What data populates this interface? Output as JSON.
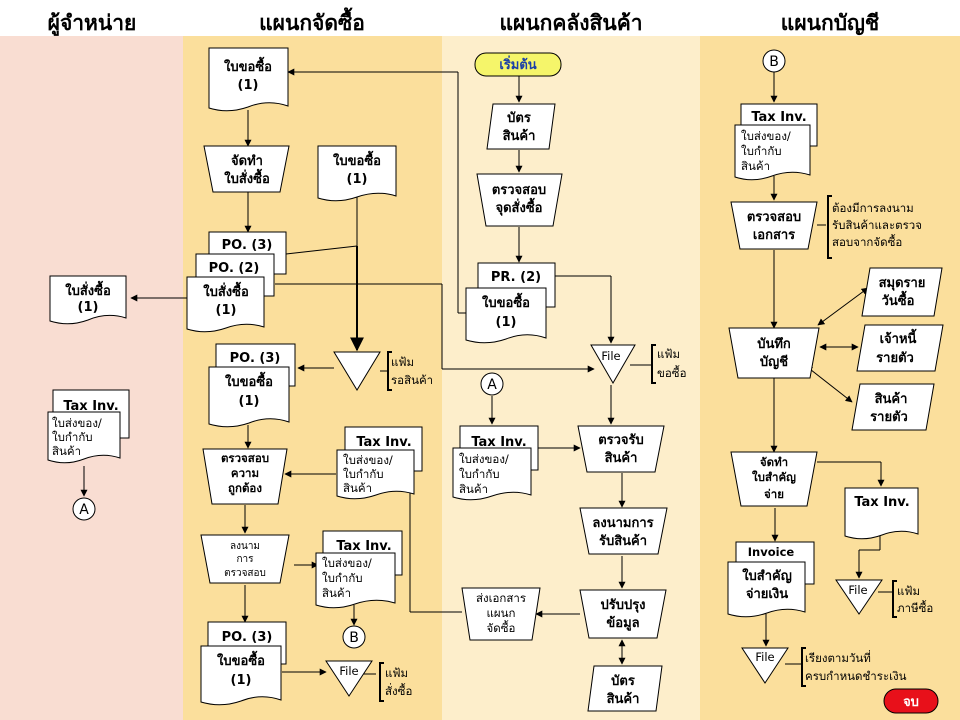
{
  "lanes": [
    {
      "title": "ผู้จำหน่าย",
      "color": "#f9ddd2"
    },
    {
      "title": "แผนกจัดซื้อ",
      "color": "#fbdf9c"
    },
    {
      "title": "แผนกคลังสินค้า",
      "color": "#fdeecb"
    },
    {
      "title": "แผนกบัญชี",
      "color": "#fbdf9c"
    }
  ],
  "vendor": {
    "po_l1": "ใบสั่งซื้อ",
    "po_l2": "(1)",
    "tax_head": "Tax Inv.",
    "delivery_l1": "ใบส่งของ/",
    "delivery_l2": "ใบกำกับ",
    "delivery_l3": "สินค้า",
    "conn_a": "A"
  },
  "purchasing": {
    "req_l1": "ใบขอซื้อ",
    "req_l2": "(1)",
    "make_po_l1": "จัดทำ",
    "make_po_l2": "ใบสั่งซื้อ",
    "req2_l1": "ใบขอซื้อ",
    "req2_l2": "(1)",
    "po3": "PO. (3)",
    "po2": "PO. (2)",
    "po_l1": "ใบสั่งซื้อ",
    "po_l2": "(1)",
    "wait_file_l1": "แฟ้ม",
    "wait_file_l2": "รอสินค้า",
    "po3b": "PO. (3)",
    "req3_l1": "ใบขอซื้อ",
    "req3_l2": "(1)",
    "check_l1": "ตรวจสอบ",
    "check_l2": "ความ",
    "check_l3": "ถูกต้อง",
    "tax_head": "Tax Inv.",
    "del_l1": "ใบส่งของ/",
    "del_l2": "ใบกำกับ",
    "del_l3": "สินค้า",
    "sign_l1": "ลงนาม",
    "sign_l2": "การ",
    "sign_l3": "ตรวจสอบ",
    "tax_head2": "Tax Inv.",
    "del2_l1": "ใบส่งของ/",
    "del2_l2": "ใบกำกับ",
    "del2_l3": "สินค้า",
    "conn_b": "B",
    "po3c": "PO. (3)",
    "req4_l1": "ใบขอซื้อ",
    "req4_l2": "(1)",
    "file": "File",
    "po_file_l1": "แฟ้ม",
    "po_file_l2": "สั่งซื้อ"
  },
  "warehouse": {
    "start": "เริ่มต้น",
    "card_l1": "บัตร",
    "card_l2": "สินค้า",
    "check_l1": "ตรวจสอบ",
    "check_l2": "จุดสั่งซื้อ",
    "pr2": "PR. (2)",
    "req_l1": "ใบขอซื้อ",
    "req_l2": "(1)",
    "file": "File",
    "req_file_l1": "แฟ้ม",
    "req_file_l2": "ขอซื้อ",
    "conn_a": "A",
    "tax_head": "Tax Inv.",
    "del_l1": "ใบส่งของ/",
    "del_l2": "ใบกำกับ",
    "del_l3": "สินค้า",
    "receive_l1": "ตรวจรับ",
    "receive_l2": "สินค้า",
    "sign_l1": "ลงนามการ",
    "sign_l2": "รับสินค้า",
    "send_l1": "ส่งเอกสาร",
    "send_l2": "แผนก",
    "send_l3": "จัดซื้อ",
    "update_l1": "ปรับปรุง",
    "update_l2": "ข้อมูล",
    "card2_l1": "บัตร",
    "card2_l2": "สินค้า"
  },
  "accounting": {
    "conn_b": "B",
    "tax_head": "Tax Inv.",
    "del_l1": "ใบส่งของ/",
    "del_l2": "ใบกำกับ",
    "del_l3": "สินค้า",
    "check_l1": "ตรวจสอบ",
    "check_l2": "เอกสาร",
    "note_l1": "ต้องมีการลงนาม",
    "note_l2": "รับสินค้าและตรวจ",
    "note_l3": "สอบจากจัดซื้อ",
    "journal_l1": "สมุดราย",
    "journal_l2": "วันซื้อ",
    "record_l1": "บันทึก",
    "record_l2": "บัญชี",
    "payable_l1": "เจ้าหนี้",
    "payable_l2": "รายตัว",
    "stock_l1": "สินค้า",
    "stock_l2": "รายตัว",
    "voucher_l1": "จัดทำ",
    "voucher_l2": "ใบสำคัญ",
    "voucher_l3": "จ่าย",
    "tax_head2": "Tax Inv.",
    "invoice": "Invoice",
    "pay_l1": "ใบสำคัญ",
    "pay_l2": "จ่ายเงิน",
    "file": "File",
    "tax_file_l1": "แฟ้ม",
    "tax_file_l2": "ภาษีซื้อ",
    "file2": "File",
    "due_l1": "เรียงตามวันที่",
    "due_l2": "ครบกำหนดชำระเงิน",
    "end": "จบ"
  }
}
